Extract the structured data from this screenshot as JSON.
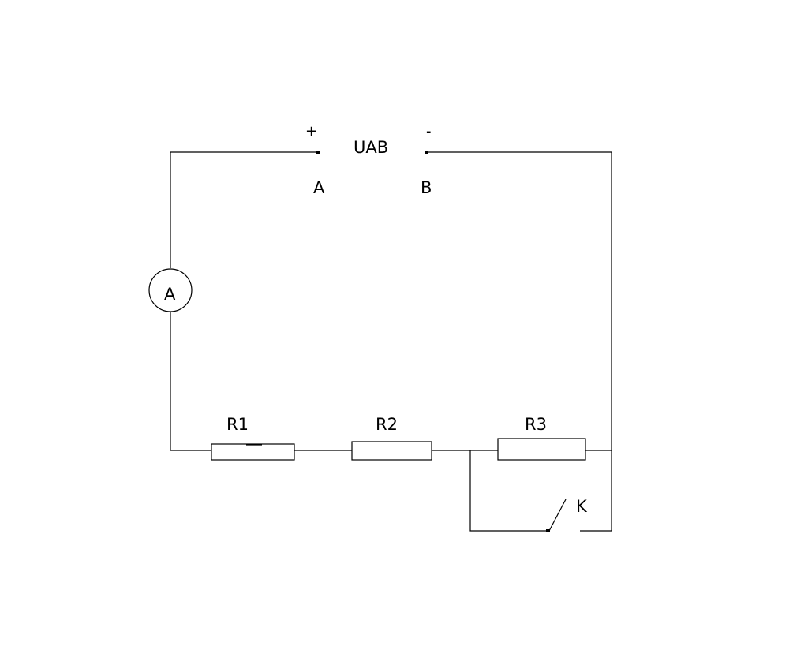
{
  "diagram": {
    "source": {
      "plus_sign": "+",
      "minus_sign": "-",
      "voltage_label": "UAB",
      "terminal_a": "A",
      "terminal_b": "B"
    },
    "ammeter": {
      "symbol": "A"
    },
    "resistors": [
      {
        "label": "R1"
      },
      {
        "label": "R2"
      },
      {
        "label": "R3"
      }
    ],
    "switch": {
      "label": "K"
    },
    "colors": {
      "stroke": "#000000",
      "background": "#ffffff"
    }
  }
}
